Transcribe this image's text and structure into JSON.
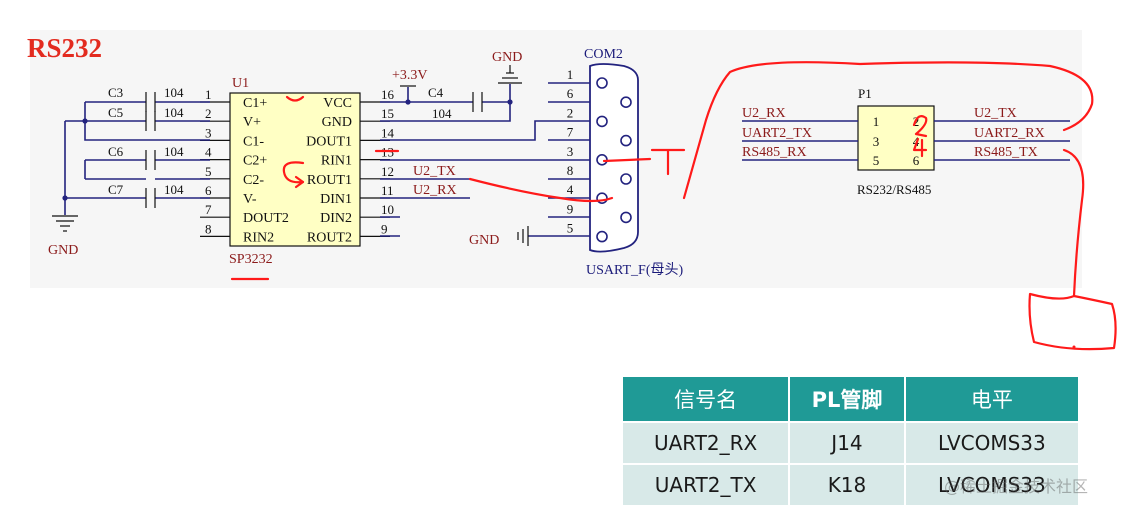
{
  "title": "RS232",
  "u1": {
    "ref": "U1",
    "part": "SP3232",
    "left_pins": [
      {
        "num": "1",
        "name": "C1+"
      },
      {
        "num": "2",
        "name": "V+"
      },
      {
        "num": "3",
        "name": "C1-"
      },
      {
        "num": "4",
        "name": "C2+"
      },
      {
        "num": "5",
        "name": "C2-"
      },
      {
        "num": "6",
        "name": "V-"
      },
      {
        "num": "7",
        "name": "DOUT2"
      },
      {
        "num": "8",
        "name": "RIN2"
      }
    ],
    "right_pins": [
      {
        "num": "16",
        "name": "VCC"
      },
      {
        "num": "15",
        "name": "GND"
      },
      {
        "num": "14",
        "name": "DOUT1"
      },
      {
        "num": "13",
        "name": "RIN1"
      },
      {
        "num": "12",
        "name": "ROUT1"
      },
      {
        "num": "11",
        "name": "DIN1"
      },
      {
        "num": "10",
        "name": "DIN2"
      },
      {
        "num": "9",
        "name": "ROUT2"
      }
    ]
  },
  "caps": [
    {
      "ref": "C3",
      "value": "104"
    },
    {
      "ref": "C5",
      "value": "104"
    },
    {
      "ref": "C6",
      "value": "104"
    },
    {
      "ref": "C7",
      "value": "104"
    }
  ],
  "c4": {
    "ref": "C4",
    "value": "104"
  },
  "power": {
    "v33": "+3.3V",
    "gnd": "GND"
  },
  "nets": {
    "u2_tx": "U2_TX",
    "u2_rx": "U2_RX"
  },
  "com2": {
    "ref": "COM2",
    "pins": [
      "1",
      "6",
      "2",
      "7",
      "3",
      "8",
      "4",
      "9",
      "5"
    ],
    "label": "USART_F(母头)"
  },
  "p1": {
    "ref": "P1",
    "part": "RS232/RS485",
    "left_pins": [
      "1",
      "3",
      "5"
    ],
    "right_pins": [
      "2",
      "4",
      "6"
    ],
    "left_nets": [
      "U2_RX",
      "UART2_TX",
      "RS485_RX"
    ],
    "right_nets": [
      "U2_TX",
      "UART2_RX",
      "RS485_TX"
    ]
  },
  "annotation": "T",
  "table": {
    "headers": [
      "信号名",
      "PL管脚",
      "电平"
    ],
    "rows": [
      [
        "UART2_RX",
        "J14",
        "LVCOMS33"
      ],
      [
        "UART2_TX",
        "K18",
        "LVCOMS33"
      ]
    ]
  },
  "watermark": "@稀土掘金技术社区"
}
